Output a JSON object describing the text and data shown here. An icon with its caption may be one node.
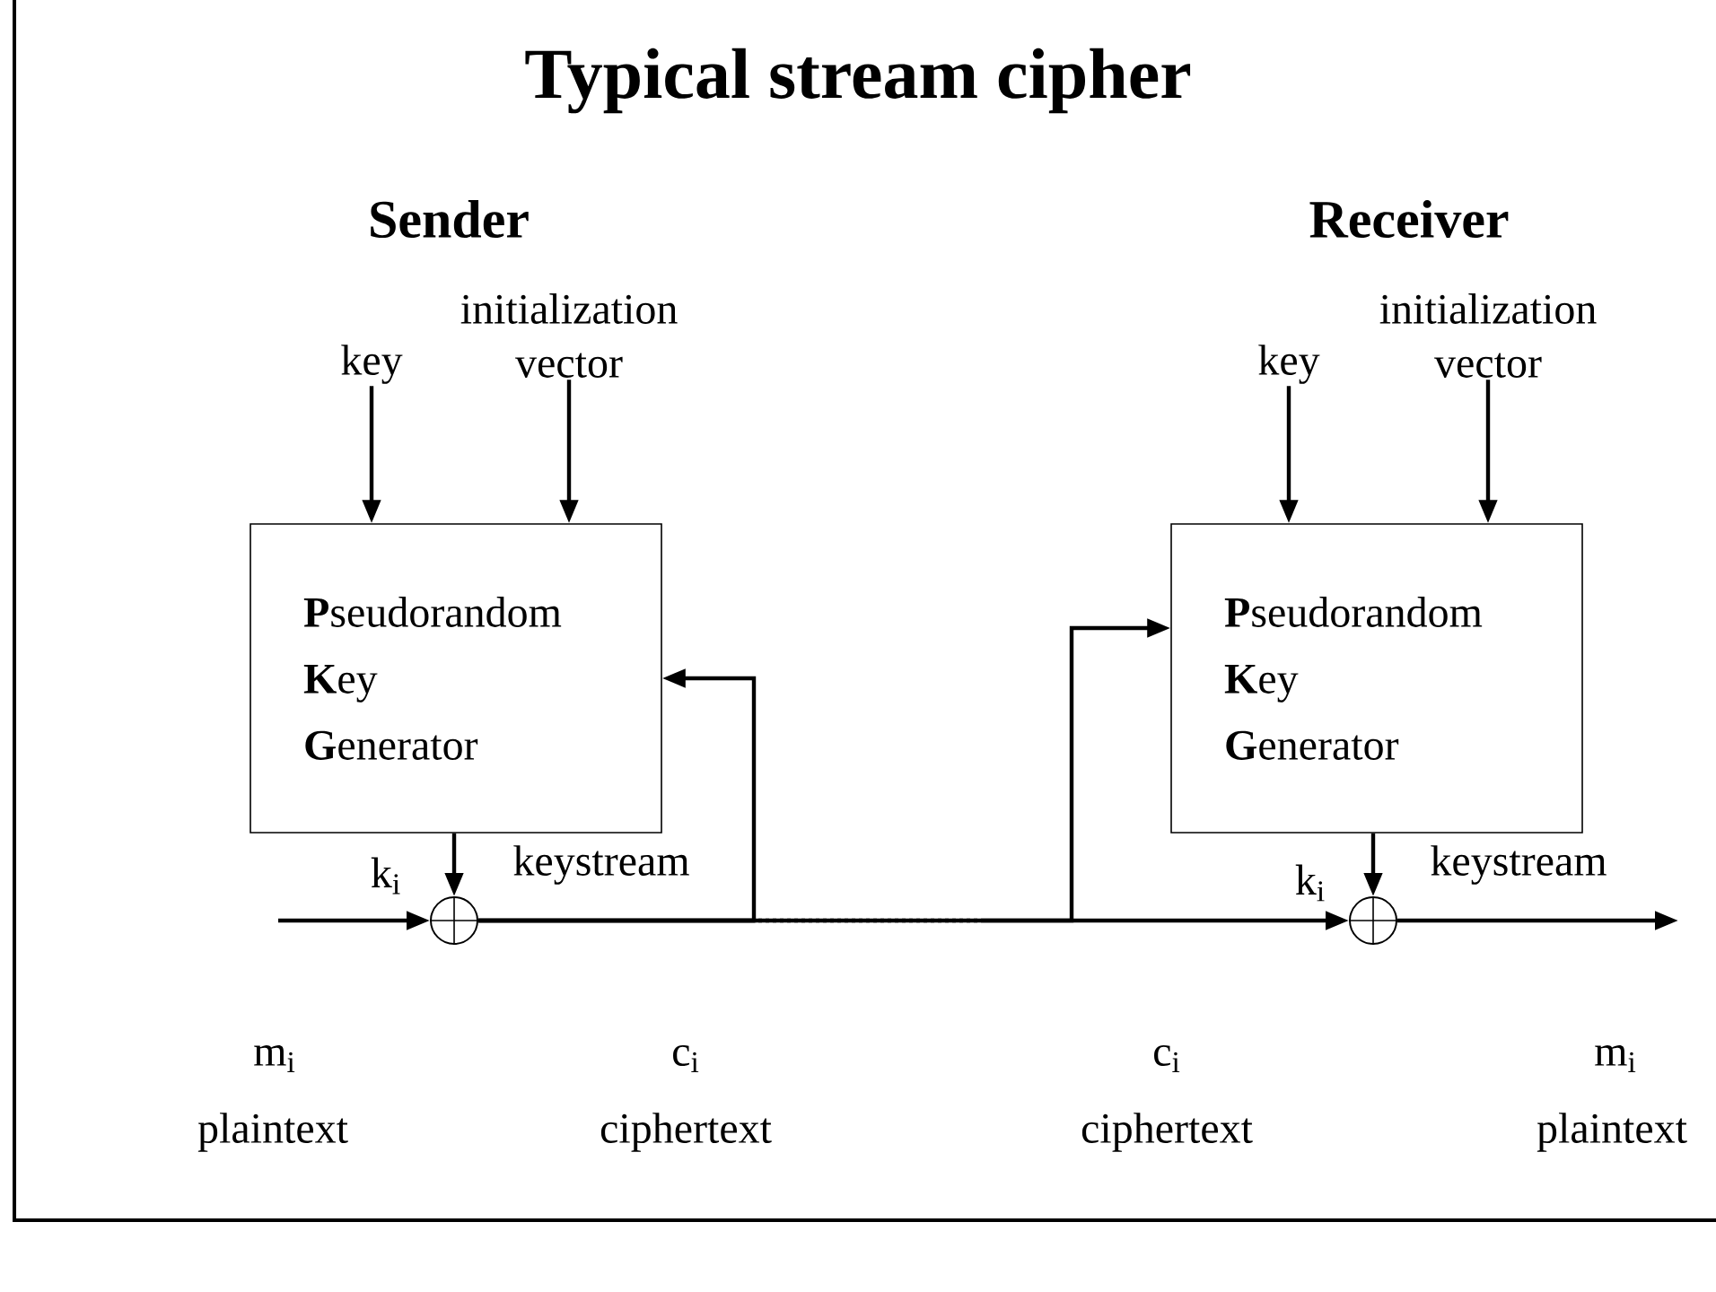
{
  "diagram": {
    "title": "Typical stream cipher",
    "nodes": [
      {
        "text": [
          "key"
        ]
      },
      {
        "text": [
          "initialization vector"
        ]
      },
      {
        "text": [
          "**P**seudorandom **K**ey **G**enerator"
        ]
      },
      {
        "text": [],
        "shape": "circle"
      },
      {
        "text": [
          "key"
        ]
      },
      {
        "text": [
          "initialization vector"
        ]
      },
      {
        "text": [
          "**P**seudorandom **K**ey **G**enerator"
        ]
      },
      {
        "text": [],
        "shape": "circle"
      }
    ],
    "edges": [
      {
        "from": 0,
        "to": 2,
        "arrow": "to"
      },
      {
        "from": 1,
        "to": 2,
        "arrow": "to"
      },
      {
        "from": 2,
        "to": 3,
        "arrow": "to",
        "label": "keystream"
      },
      {
        "from": null,
        "to": 3,
        "arrow": "to"
      },
      {
        "from": 3,
        "to": 2,
        "arrow": "to"
      },
      {
        "from": 3,
        "to": 7,
        "arrow": "to",
        "style": "dashed"
      },
      {
        "from": 3,
        "to": 6,
        "arrow": "to"
      },
      {
        "from": 4,
        "to": 6,
        "arrow": "to"
      },
      {
        "from": 5,
        "to": 6,
        "arrow": "to"
      },
      {
        "from": 6,
        "to": 7,
        "arrow": "to",
        "label": "keystream"
      },
      {
        "from": 7,
        "to": null,
        "arrow": "to"
      }
    ],
    "labels": [
      "Sender",
      "Receiver",
      "k$_{i}$",
      "k$_{i}$",
      "m$_{i}$",
      "c$_{i}$",
      "c$_{i}$",
      "m$_{i}$",
      "plaintext",
      "ciphertext",
      "ciphertext",
      "plaintext"
    ]
  }
}
